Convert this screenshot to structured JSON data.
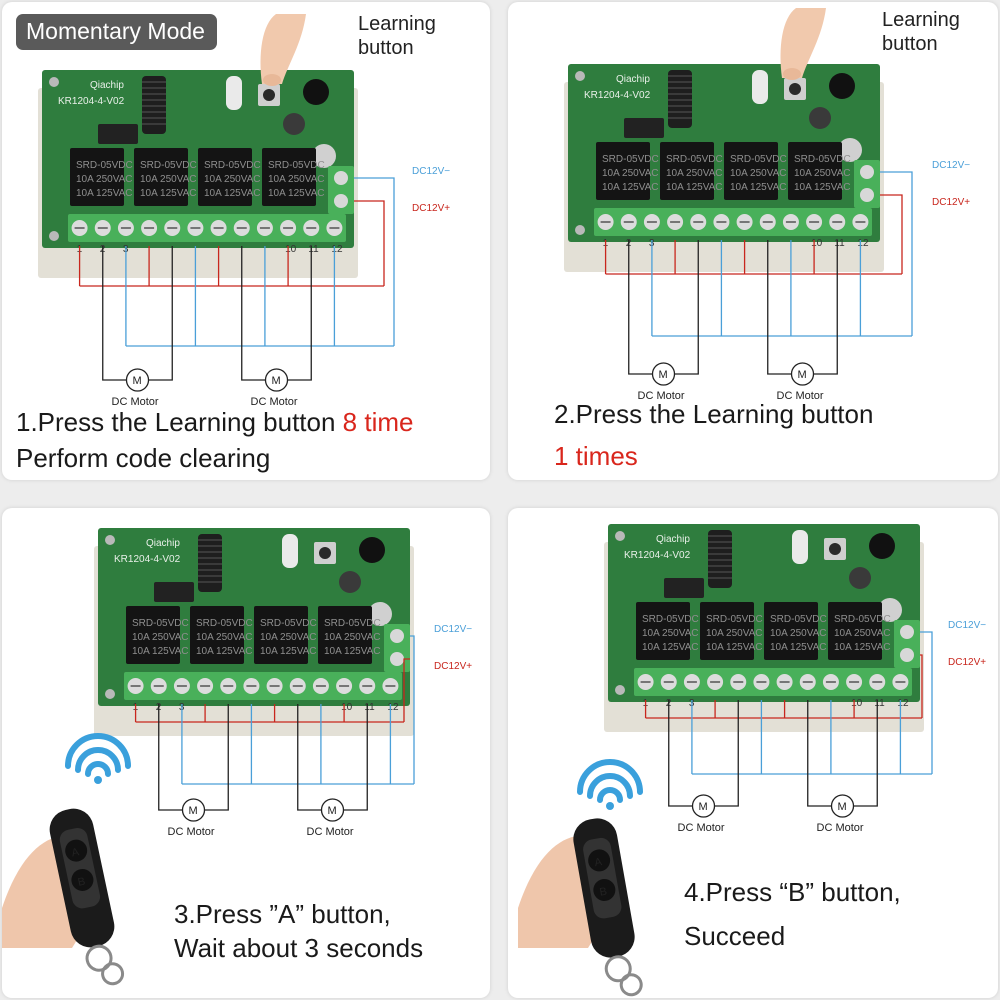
{
  "panels": [
    {
      "badge": "Momentary Mode",
      "learning_label": [
        "Learning",
        "button"
      ],
      "step_line1": "1.Press the Learning button ",
      "step_highlight": "8 time",
      "step_line2": "Perform code clearing"
    },
    {
      "learning_label": [
        "Learning",
        "button"
      ],
      "step_line1": "2.Press the Learning button",
      "step_highlight": "1 times"
    },
    {
      "step_line1": "3.Press ”A” button,",
      "step_line2": "Wait about 3 seconds"
    },
    {
      "step_line1": "4.Press “B” button,",
      "step_line2": "Succeed"
    }
  ],
  "board": {
    "brand": "Qiachip",
    "model": "KR1204-4-V02",
    "relay_text": [
      "SRD-05VDC",
      "10A 250VAC",
      "10A 125VAC"
    ],
    "power_minus": "DC12V−",
    "power_plus": "DC12V+",
    "motor_label": "DC Motor",
    "motor_symbol": "M",
    "terminal_numbers": [
      "1",
      "2",
      "3",
      "10",
      "11",
      "12"
    ]
  },
  "remote": {
    "button_a": "A",
    "button_b": "B"
  },
  "colors": {
    "red_text": "#d9261c",
    "board": "#2f7d3e",
    "terminal": "#49b05a",
    "wire_red": "#c8261d",
    "wire_blue": "#4a9fd8",
    "wire_black": "#222222",
    "badge_bg": "#5a5a5a"
  }
}
